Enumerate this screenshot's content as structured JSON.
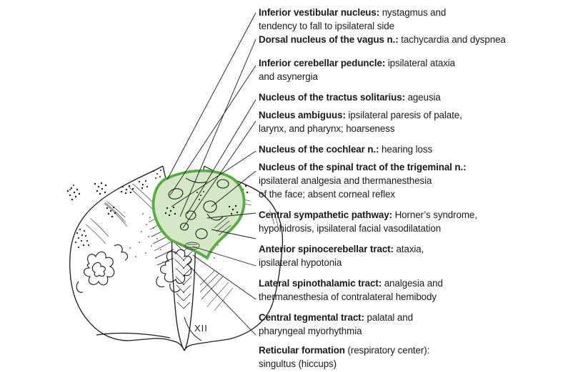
{
  "labels": [
    {
      "term": "Inferior vestibular nucleus:",
      "desc": " nystagmus and",
      "desc2": "tendency to fall to ipsilateral side"
    },
    {
      "term": "Dorsal nucleus of the vagus n.:",
      "desc": " tachycardia and dyspnea"
    },
    {
      "term": "Inferior cerebellar peduncle:",
      "desc": " ipsilateral ataxia",
      "desc2": "and asynergia"
    },
    {
      "term": "Nucleus of the tractus solitarius:",
      "desc": " ageusia"
    },
    {
      "term": "Nucleus ambiguus:",
      "desc": " ipsilateral paresis of palate,",
      "desc2": "larynx, and pharynx; hoarseness"
    },
    {
      "term": "Nucleus of the cochlear n.:",
      "desc": " hearing loss"
    },
    {
      "term": "Nucleus of the spinal tract of the trigeminal n.:",
      "desc": "",
      "desc2": "ipsilateral analgesia and thermanesthesia",
      "desc3": "of the face; absent corneal reflex"
    },
    {
      "term": "Central sympathetic pathway:",
      "desc": " Horner’s syndrome,",
      "desc2": "hypohidrosis, ipsilateral facial vasodilatation"
    },
    {
      "term": "Anterior spinocerebellar tract:",
      "desc": " ataxia,",
      "desc2": "ipsilateral hypotonia"
    },
    {
      "term": "Lateral spinothalamic tract:",
      "desc": " analgesia and",
      "desc2": "thermanesthesia of contralateral hemibody"
    },
    {
      "term": "Central tegmental tract:",
      "desc": " palatal and",
      "desc2": "pharyngeal myorhythmia"
    },
    {
      "term": "Reticular formation",
      "desc": " (respiratory center):",
      "desc2": "singultus (hiccups)"
    }
  ],
  "nerve_label": "XII",
  "colors": {
    "lesion_stroke": "#5aaa46",
    "lesion_fill": "#d4e8c6",
    "ink": "#1a1a1a"
  }
}
